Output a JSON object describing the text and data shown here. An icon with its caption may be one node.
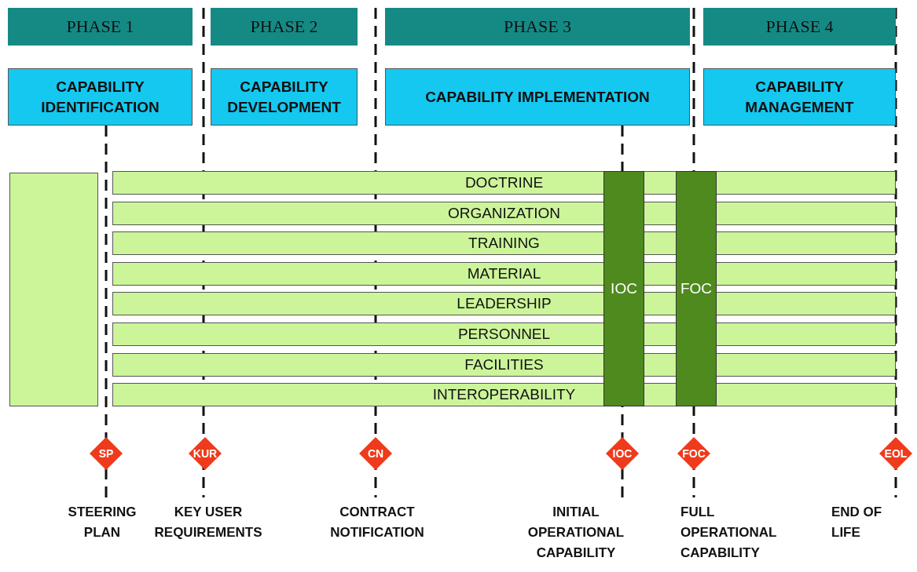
{
  "diagram": {
    "nodes": [
      {
        "text": [
          "PHASE 1"
        ]
      },
      {
        "text": [
          "PHASE 2"
        ]
      },
      {
        "text": [
          "PHASE 3"
        ]
      },
      {
        "text": [
          "PHASE 4"
        ]
      },
      {
        "text": [
          "CAPABILITY IDENTIFICATION"
        ]
      },
      {
        "text": [
          "CAPABILITY DEVELOPMENT"
        ]
      },
      {
        "text": [
          "CAPABILITY IMPLEMENTATION"
        ]
      },
      {
        "text": [
          "CAPABILITY MANAGEMENT"
        ]
      },
      {
        "text": [],
        "shape": "box"
      },
      {
        "text": [
          "DOCTRINE"
        ]
      },
      {
        "text": [
          "ORGANIZATION"
        ]
      },
      {
        "text": [
          "TRAINING"
        ]
      },
      {
        "text": [
          "MATERIAL"
        ]
      },
      {
        "text": [
          "LEADERSHIP"
        ]
      },
      {
        "text": [
          "PERSONNEL"
        ]
      },
      {
        "text": [
          "FACILITIES"
        ]
      },
      {
        "text": [
          "INTEROPERABILITY"
        ]
      },
      {
        "text": [
          "IOC"
        ]
      },
      {
        "text": [
          "FOC"
        ]
      },
      {
        "text": [
          "SP"
        ],
        "beside": [
          "STEERING PLAN"
        ]
      },
      {
        "text": [
          "KUR"
        ],
        "beside": [
          "KEY USER REQUIREMENTS"
        ]
      },
      {
        "text": [
          "CN"
        ],
        "beside": [
          "CONTRACT NOTIFICATION"
        ]
      },
      {
        "text": [
          "IOC"
        ],
        "beside": [
          "INITIAL OPERATIONAL CAPABILITY"
        ]
      },
      {
        "text": [
          "FOC"
        ],
        "beside": [
          "FULL OPERATIONAL CAPABILITY"
        ]
      },
      {
        "text": [
          "EOL"
        ],
        "beside": [
          "END OF LIFE"
        ]
      }
    ]
  }
}
